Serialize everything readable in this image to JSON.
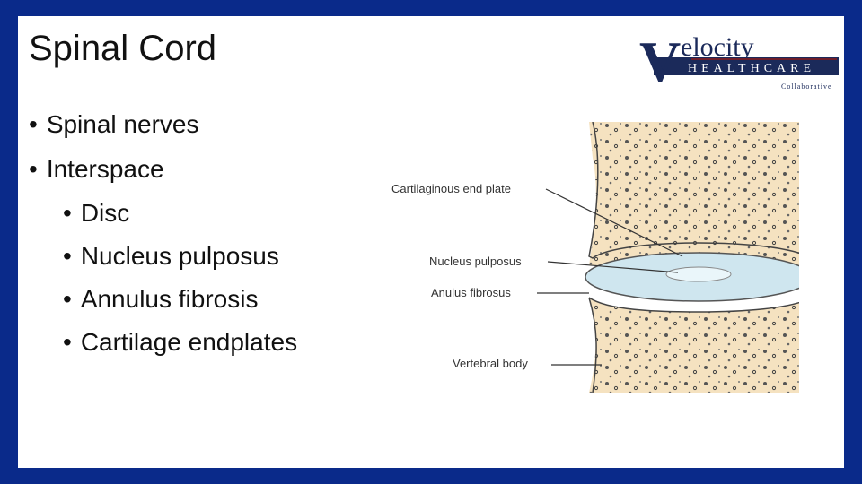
{
  "slide": {
    "title": "Spinal Cord",
    "bullets": [
      {
        "text": "Spinal nerves",
        "level": 1
      },
      {
        "text": "Interspace",
        "level": 1
      },
      {
        "text": "Disc",
        "level": 2
      },
      {
        "text": "Nucleus pulposus",
        "level": 2
      },
      {
        "text": "Annulus fibrosis",
        "level": 2
      },
      {
        "text": "Cartilage endplates",
        "level": 2
      }
    ]
  },
  "logo": {
    "letter": "V",
    "word": "elocity",
    "band": "HEALTHCARE",
    "tagline": "Collaborative"
  },
  "diagram": {
    "labels": {
      "endplate": "Cartilaginous end plate",
      "nucleus": "Nucleus pulposus",
      "anulus": "Anulus fibrosus",
      "vertebra": "Vertebral body"
    }
  },
  "colors": {
    "frame": "#0a2a8a",
    "bone": "#f5e2c0",
    "disc": "#cfe6ef",
    "logo_red": "#8b1a1a",
    "logo_navy": "#1b2a5a"
  }
}
